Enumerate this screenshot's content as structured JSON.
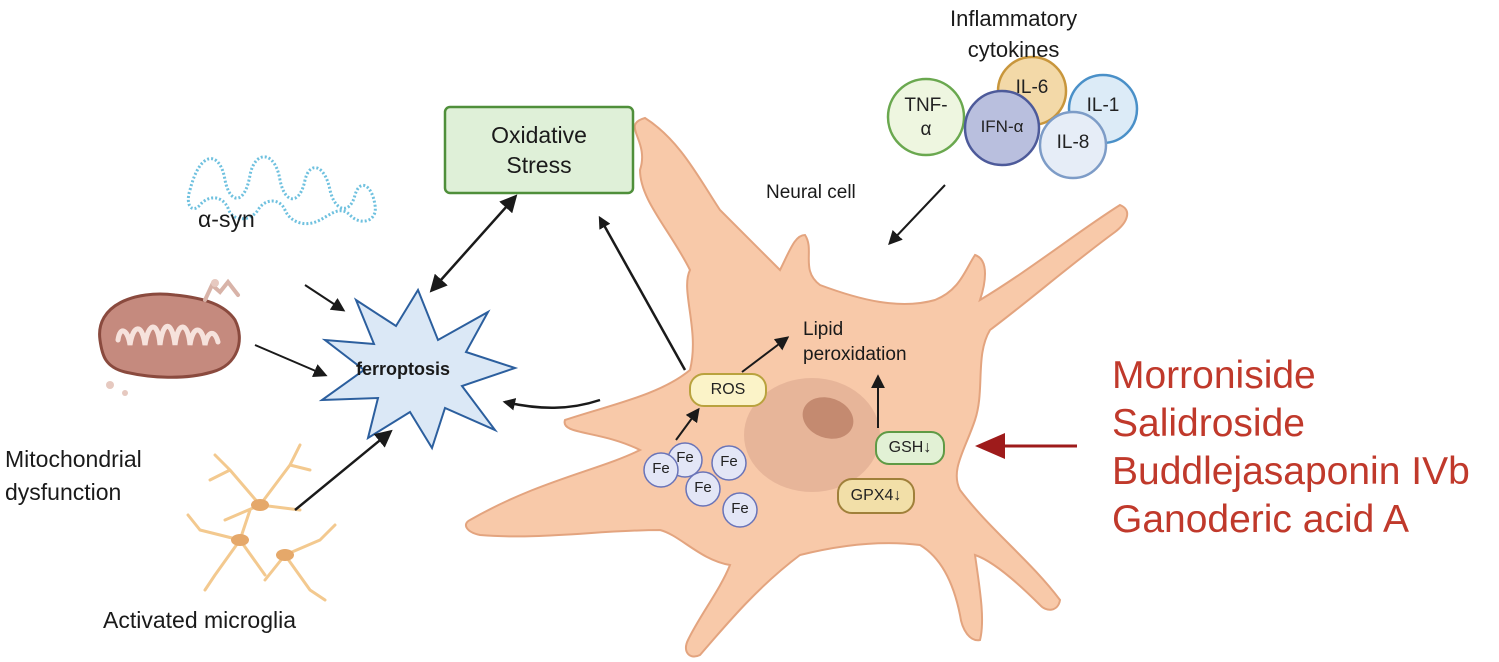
{
  "labels": {
    "oxidative_stress": [
      "Oxidative",
      "Stress"
    ],
    "ferroptosis": "ferroptosis",
    "alpha_syn": "α-syn",
    "mitochondrial": [
      "Mitochondrial",
      "dysfunction"
    ],
    "microglia": "Activated microglia",
    "inflammatory": [
      "Inflammatory",
      "cytokines"
    ],
    "neural_cell": "Neural cell",
    "lipid": [
      "Lipid",
      "peroxidation"
    ],
    "ros": "ROS",
    "gsh": "GSH↓",
    "gpx4": "GPX4↓",
    "fe": "Fe"
  },
  "cytokines": [
    {
      "key": "tnf",
      "text": "TNF-\nα",
      "fill": "#eef6e0",
      "stroke": "#6aa84f"
    },
    {
      "key": "il6",
      "text": "IL-6",
      "fill": "#f3d9a8",
      "stroke": "#c8963c"
    },
    {
      "key": "ifn",
      "text": "IFN-α",
      "fill": "#b9bfde",
      "stroke": "#4d5a9a"
    },
    {
      "key": "il1",
      "text": "IL-1",
      "fill": "#dcebf7",
      "stroke": "#4a90c8"
    },
    {
      "key": "il8",
      "text": "IL-8",
      "fill": "#e6edf7",
      "stroke": "#7d9cc7"
    }
  ],
  "drugs": [
    "Morroniside",
    "Salidroside",
    "Buddlejasaponin IVb",
    "Ganoderic acid A"
  ],
  "colors": {
    "cell_fill": "#f8c9a9",
    "cell_stroke": "#e3a47f",
    "nucleus": "#e4b197",
    "nucleolus": "#c48a70",
    "box_fill": "#dff0d8",
    "box_stroke": "#4f8f3a",
    "burst_fill": "#dbe8f6",
    "burst_stroke": "#2c5f9e",
    "drug_text": "#c0392b",
    "drug_arrow": "#9e1b1b",
    "fe_fill": "#e3e6f6",
    "fe_stroke": "#6a74b8",
    "ros_fill": "#fbf3c8",
    "ros_stroke": "#b9a23e",
    "gsh_fill": "#e2f1d5",
    "gsh_stroke": "#5f9a45",
    "gpx4_fill": "#f2dfa8",
    "gpx4_stroke": "#a0803a",
    "mito_fill": "#c58a7e",
    "mito_stroke": "#8a4a3e",
    "microglia": "#f3c98f",
    "syn": "#6fc1df"
  }
}
